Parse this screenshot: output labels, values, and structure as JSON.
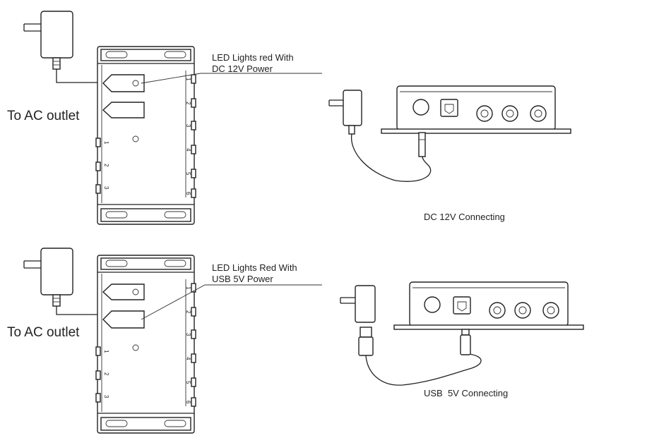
{
  "top_section": {
    "outlet_label": "To AC outlet",
    "led_label_line1": "LED Lights red With",
    "led_label_line2": "DC 12V Power",
    "connecting_label": "DC 12V Connecting"
  },
  "bottom_section": {
    "outlet_label": "To AC outlet",
    "led_label_line1": "LED Lights Red With",
    "led_label_line2": "USB 5V Power",
    "connecting_label": "USB  5V Connecting"
  },
  "port_numbers": [
    "1",
    "2",
    "3",
    "4",
    "5",
    "6"
  ]
}
